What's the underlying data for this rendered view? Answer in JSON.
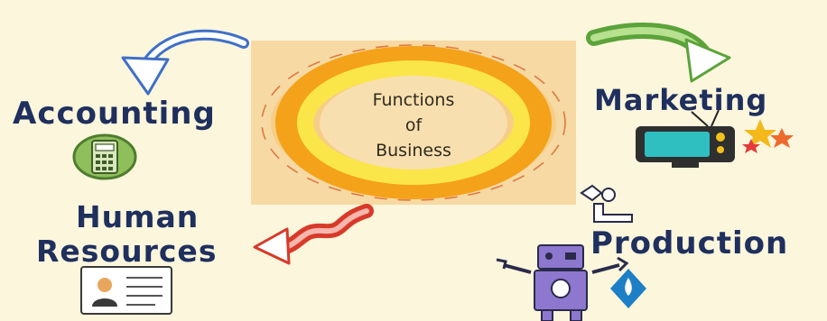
{
  "center": {
    "title_lines": [
      "Functions",
      "of",
      "Business"
    ]
  },
  "functions": {
    "accounting": "Accounting",
    "marketing": "Marketing",
    "production": "Production",
    "hr_line1": "Human",
    "hr_line2": "Resources"
  },
  "icons": {
    "accounting": "calculator-icon",
    "marketing": "television-icon",
    "production": "robot-icon",
    "hr": "id-card-icon",
    "arrows": [
      "blue-arrow",
      "green-arrow",
      "red-arrow"
    ]
  },
  "colors": {
    "background": "#fbf6dc",
    "center_fill": "#f6d9a3",
    "ring_outer": "#f4a21a",
    "ring_inner": "#fbe64a",
    "label_text": "#1f2f5e",
    "blue_arrow": "#3f6fc8",
    "green_arrow": "#5ba33a",
    "red_arrow": "#d83a2a"
  }
}
